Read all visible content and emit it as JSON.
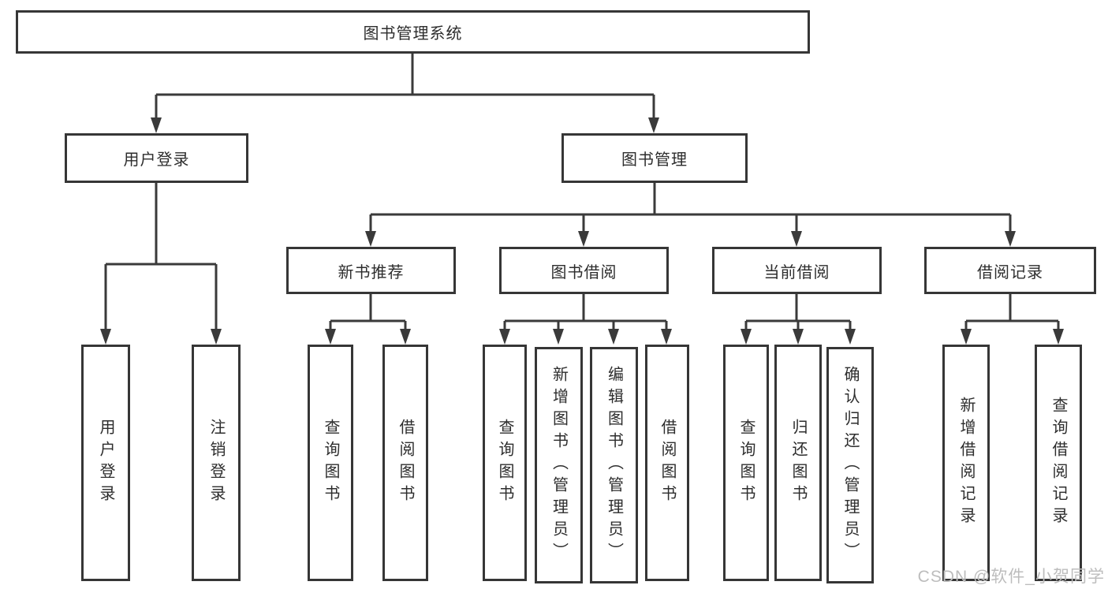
{
  "diagram": {
    "root": "图书管理系统",
    "branches": [
      {
        "label": "用户登录",
        "children": [
          "用户登录",
          "注销登录"
        ]
      },
      {
        "label": "图书管理",
        "groups": [
          {
            "label": "新书推荐",
            "children": [
              "查询图书",
              "借阅图书"
            ]
          },
          {
            "label": "图书借阅",
            "children": [
              "查询图书",
              "新增图书（管理员）",
              "编辑图书（管理员）",
              "借阅图书"
            ]
          },
          {
            "label": "当前借阅",
            "children": [
              "查询图书",
              "归还图书",
              "确认归还（管理员）"
            ]
          },
          {
            "label": "借阅记录",
            "children": [
              "新增借阅记录",
              "查询借阅记录"
            ]
          }
        ]
      }
    ],
    "colors": {
      "line": "#3a3a3a",
      "box_border": "#363636",
      "text": "#2d2d2d",
      "watermark": "#bdbdbd",
      "background": "#ffffff"
    }
  },
  "watermark": "CSDN @软件_小贺同学"
}
